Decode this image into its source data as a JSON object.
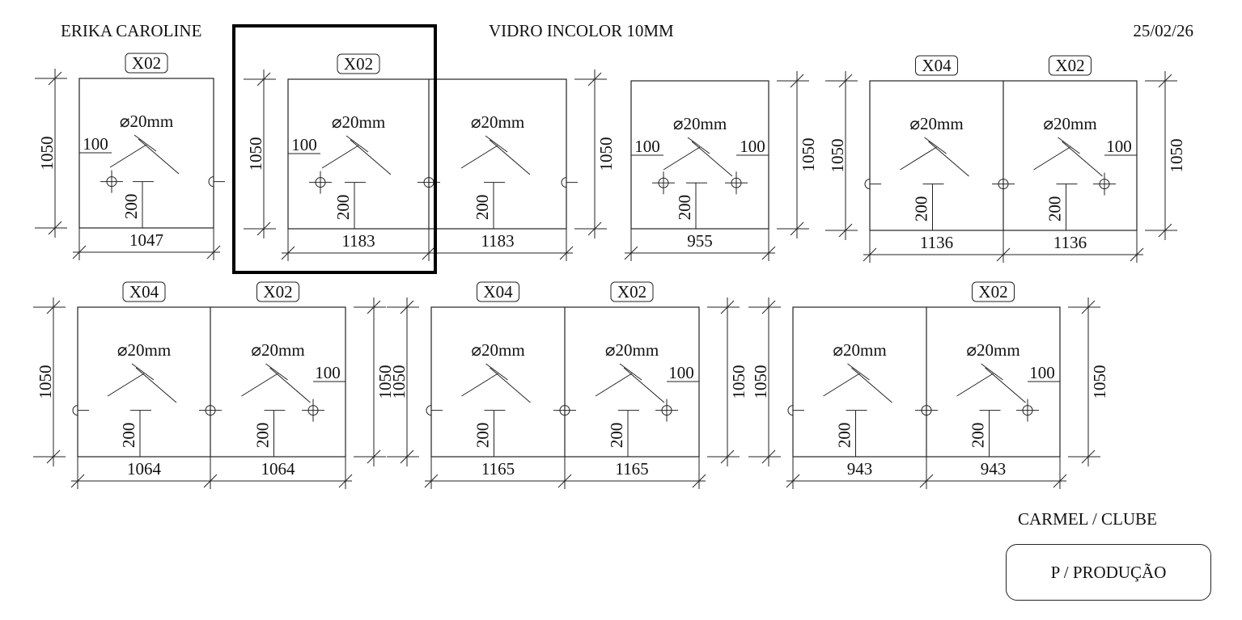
{
  "header": {
    "client": "ERIKA CAROLINE",
    "material": "VIDRO INCOLOR 10MM",
    "date": "25/02/26"
  },
  "footer": {
    "project": "CARMEL / CLUBE",
    "status": "P / PRODUÇÃO"
  },
  "drawings": [
    {
      "height_labels": [
        "1050"
      ],
      "sections": [
        {
          "tag": "X02",
          "width": "1047",
          "hole_label": "⌀20mm",
          "depth_label": "200",
          "edge_label": "100"
        }
      ]
    },
    {
      "height_labels": [
        "1050",
        "1050"
      ],
      "sections": [
        {
          "tag": "X02",
          "width": "1183",
          "hole_label": "⌀20mm",
          "depth_label": "200",
          "edge_label": "100"
        },
        {
          "tag": "",
          "width": "1183",
          "hole_label": "⌀20mm",
          "depth_label": "200",
          "edge_label": ""
        }
      ]
    },
    {
      "height_labels": [
        "1050"
      ],
      "sections": [
        {
          "tag": "",
          "width": "955",
          "hole_label": "⌀20mm",
          "depth_label": "200",
          "edge_label": "100",
          "edge_label_right": "100"
        }
      ]
    },
    {
      "height_labels": [
        "1050",
        "1050"
      ],
      "sections": [
        {
          "tag": "X04",
          "width": "1136",
          "hole_label": "⌀20mm",
          "depth_label": "200",
          "edge_label": ""
        },
        {
          "tag": "X02",
          "width": "1136",
          "hole_label": "⌀20mm",
          "depth_label": "200",
          "edge_label": "100"
        }
      ]
    },
    {
      "height_labels": [
        "1050",
        "1050"
      ],
      "sections": [
        {
          "tag": "X04",
          "width": "1064",
          "hole_label": "⌀20mm",
          "depth_label": "200",
          "edge_label": ""
        },
        {
          "tag": "X02",
          "width": "1064",
          "hole_label": "⌀20mm",
          "depth_label": "200",
          "edge_label": "100"
        }
      ]
    },
    {
      "height_labels": [
        "1050",
        "1050"
      ],
      "sections": [
        {
          "tag": "X04",
          "width": "1165",
          "hole_label": "⌀20mm",
          "depth_label": "200",
          "edge_label": ""
        },
        {
          "tag": "X02",
          "width": "1165",
          "hole_label": "⌀20mm",
          "depth_label": "200",
          "edge_label": "100"
        }
      ]
    },
    {
      "height_labels": [
        "1050",
        "1050"
      ],
      "sections": [
        {
          "tag": "",
          "width": "943",
          "hole_label": "⌀20mm",
          "depth_label": "200",
          "edge_label": ""
        },
        {
          "tag": "X02",
          "width": "943",
          "hole_label": "⌀20mm",
          "depth_label": "200",
          "edge_label": "100"
        }
      ]
    }
  ]
}
